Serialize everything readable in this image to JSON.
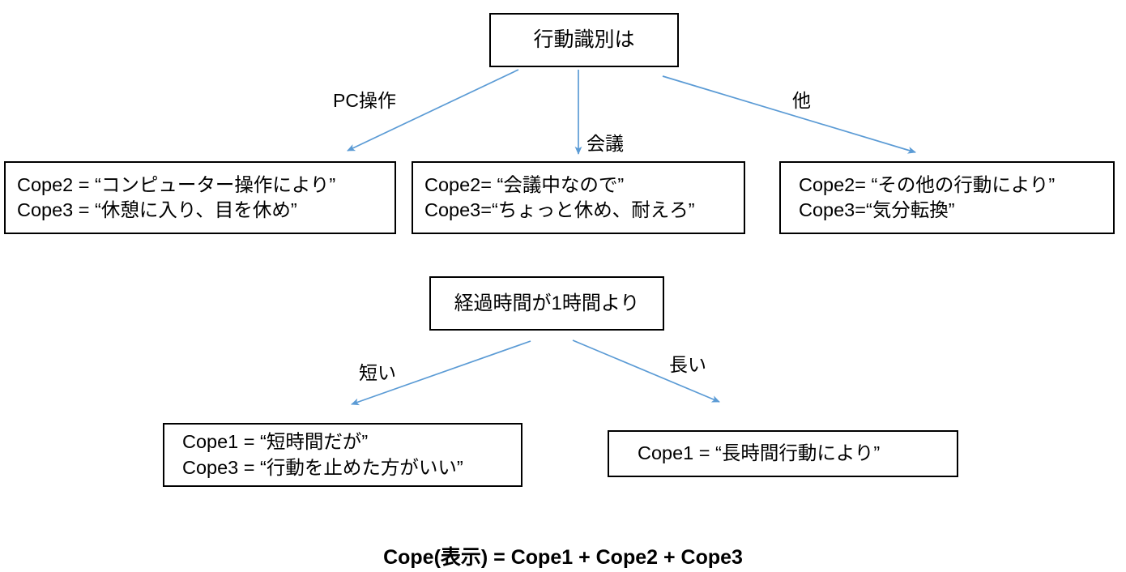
{
  "diagram": {
    "title_node": {
      "text": "行動識別は"
    },
    "branches_level1": [
      {
        "id": "pc",
        "edge_label": "PC操作",
        "lines": [
          "Cope2 = “コンピューター操作により”",
          "Cope3 = “休憩に入り、目を休め”"
        ]
      },
      {
        "id": "meeting",
        "edge_label": "会議",
        "lines": [
          "Cope2= “会議中なので”",
          "Cope3=“ちょっと休め、耐えろ”"
        ]
      },
      {
        "id": "other",
        "edge_label": "他",
        "lines": [
          "Cope2= “その他の行動により”",
          "Cope3=“気分転換”"
        ]
      }
    ],
    "decision_node2": {
      "text": "経過時間が1時間より"
    },
    "branches_level2": [
      {
        "id": "short",
        "edge_label": "短い",
        "lines": [
          "Cope1 = “短時間だが”",
          "Cope3 = “行動を止めた方がいい”"
        ]
      },
      {
        "id": "long",
        "edge_label": "長い",
        "lines": [
          "Cope1 = “長時間行動により”"
        ]
      }
    ],
    "formula": "Cope(表示) = Cope1 + Cope2 + Cope3",
    "colors": {
      "arrow": "#5B9BD5",
      "box_border": "#000000",
      "text": "#000000",
      "background": "#FFFFFF"
    }
  }
}
